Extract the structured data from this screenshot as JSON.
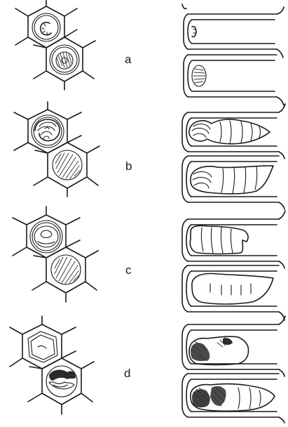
{
  "stages": [
    {
      "label": "a"
    },
    {
      "label": "b"
    },
    {
      "label": "c"
    },
    {
      "label": "d"
    }
  ]
}
